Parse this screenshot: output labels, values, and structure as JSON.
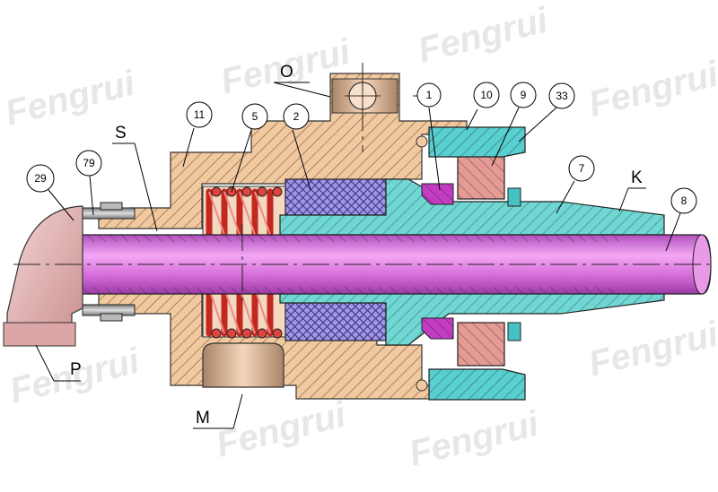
{
  "watermark": "Fengrui",
  "letters": {
    "O": "O",
    "S": "S",
    "K": "K",
    "P": "P",
    "M": "M"
  },
  "callouts": {
    "c1": "1",
    "c10": "10",
    "c9": "9",
    "c33": "33",
    "c11": "11",
    "c5": "5",
    "c2": "2",
    "c7": "7",
    "c8": "8",
    "c29": "29",
    "c79": "79"
  },
  "colors": {
    "housing": "#f0c9a0",
    "spring": "#e0443f",
    "packing": "#9f96e6",
    "tube": "#d774e0",
    "sleeve": "#6fd8d4",
    "nut": "#58cfd1",
    "ring": "#e59a94",
    "seal": "#c43bc4",
    "elbow": "#e8b1b1",
    "port": "#e3b698"
  }
}
